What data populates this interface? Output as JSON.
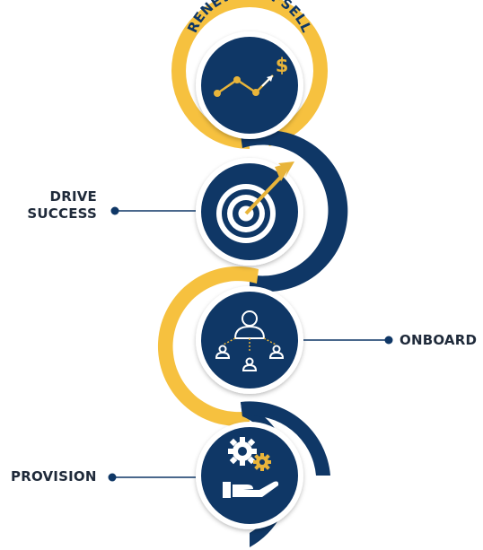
{
  "colors": {
    "navy": "#0f3766",
    "gold": "#f6c13f",
    "accent_gold": "#e8b43a",
    "text": "#1f2a3a",
    "white": "#ffffff"
  },
  "stages": [
    {
      "id": "renew",
      "label": "RENEW & UPSELL",
      "icon": "growth-chart-dollar-icon"
    },
    {
      "id": "drive",
      "label_line1": "DRIVE",
      "label_line2": "SUCCESS",
      "icon": "target-arrow-icon"
    },
    {
      "id": "onboard",
      "label": "ONBOARD",
      "icon": "team-hierarchy-icon"
    },
    {
      "id": "provision",
      "label": "PROVISION",
      "icon": "gears-hand-icon"
    }
  ],
  "renew_icon_symbol": "$"
}
